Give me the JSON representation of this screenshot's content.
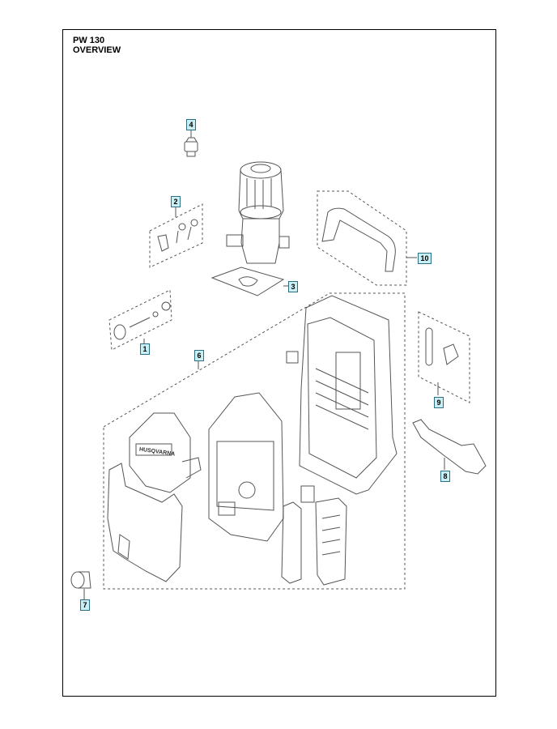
{
  "header": {
    "model": "PW 130",
    "section": "OVERVIEW"
  },
  "callouts": [
    {
      "id": "c1",
      "label": "1"
    },
    {
      "id": "c2",
      "label": "2"
    },
    {
      "id": "c3",
      "label": "3"
    },
    {
      "id": "c4",
      "label": "4"
    },
    {
      "id": "c6",
      "label": "6"
    },
    {
      "id": "c7",
      "label": "7"
    },
    {
      "id": "c8",
      "label": "8"
    },
    {
      "id": "c9",
      "label": "9"
    },
    {
      "id": "c10",
      "label": "10"
    }
  ],
  "logo_text": "HUSQVARNA",
  "colors": {
    "callout_fill": "#c9eef3",
    "callout_border": "#2c6f83",
    "line_art": "#555555",
    "frame": "#000000"
  }
}
